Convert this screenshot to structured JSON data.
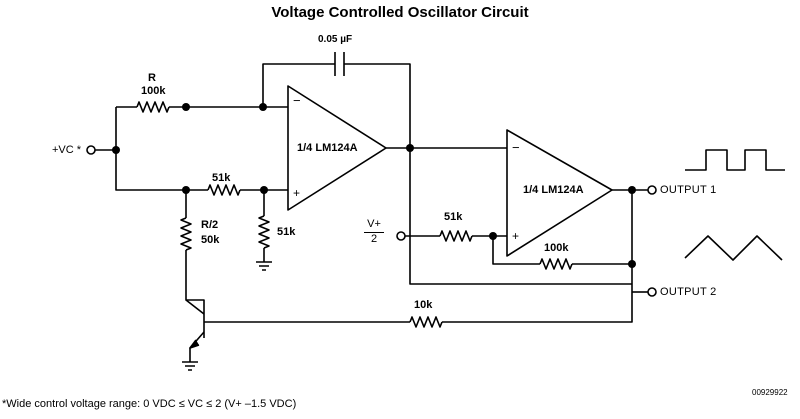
{
  "title": "Voltage Controlled Oscillator Circuit",
  "components": {
    "cap": "0.05 µF",
    "r_name": "R",
    "r_value": "100k",
    "r1": "51k",
    "r2_name": "R/2",
    "r2_value": "50k",
    "r3": "51k",
    "r4": "51k",
    "r5": "100k",
    "r6": "10k"
  },
  "opamps": {
    "u1": "1/4 LM124A",
    "u2": "1/4 LM124A"
  },
  "terminals": {
    "vc": "+VC *",
    "vplus_top": "V+",
    "vplus_bottom": "2",
    "output1": "OUTPUT 1",
    "output2": "OUTPUT 2"
  },
  "footnote": "*Wide control voltage range: 0 VDC ≤ VC ≤ 2 (V+ –1.5 VDC)",
  "drawing_code": "00929922",
  "waveforms": {
    "output1": "square-wave",
    "output2": "triangle-wave"
  }
}
